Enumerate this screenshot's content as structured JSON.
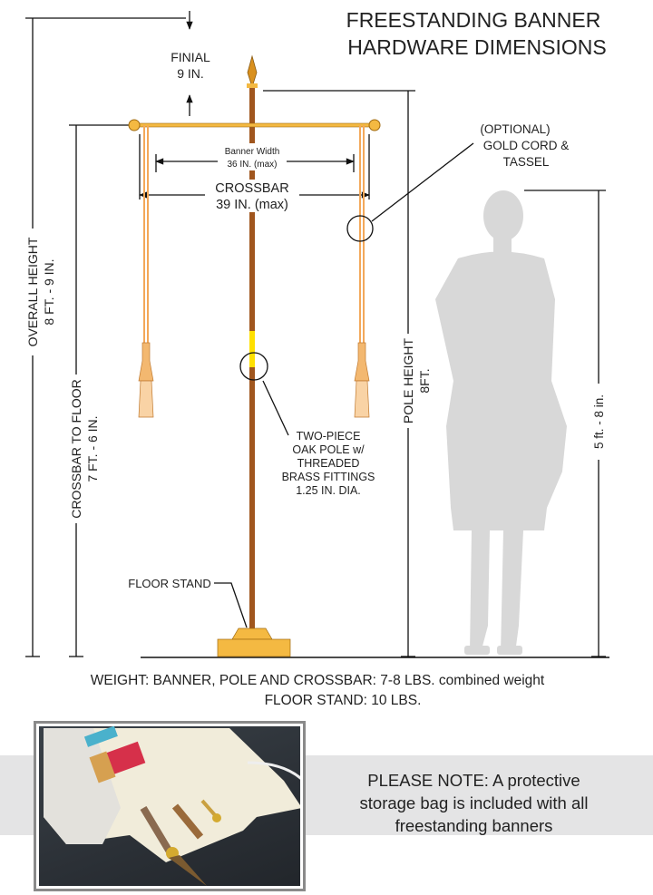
{
  "title": {
    "line1": "FREESTANDING BANNER",
    "line2": "HARDWARE DIMENSIONS"
  },
  "labels": {
    "finial": {
      "line1": "FINIAL",
      "line2": "9 IN."
    },
    "banner_width": {
      "line1": "Banner Width",
      "line2": "36 IN. (max)"
    },
    "crossbar": {
      "line1": "CROSSBAR",
      "line2": "39 IN. (max)"
    },
    "optional": {
      "line1": "(OPTIONAL)",
      "line2": "GOLD CORD &",
      "line3": "TASSEL"
    },
    "overall_height": {
      "line1": "OVERALL HEIGHT",
      "line2": "8 FT. - 9 IN."
    },
    "crossbar_to_floor": {
      "line1": "CROSSBAR TO FLOOR",
      "line2": "7 FT. - 6 IN."
    },
    "pole_height": {
      "line1": "POLE  HEIGHT",
      "line2": "8FT."
    },
    "person_height": "5 ft. - 8 in.",
    "pole": {
      "line1": "TWO-PIECE",
      "line2": "OAK POLE w/",
      "line3": "THREADED",
      "line4": "BRASS FITTINGS",
      "line5": "1.25 IN. DIA."
    },
    "floor_stand": "FLOOR STAND"
  },
  "weight": {
    "line1": "WEIGHT:  BANNER, POLE AND CROSSBAR: 7-8 LBS. combined weight",
    "line2": "FLOOR STAND:  10 LBS."
  },
  "note": {
    "line1": "PLEASE NOTE:  A protective",
    "line2": "storage bag is included with all",
    "line3": "freestanding banners"
  },
  "colors": {
    "pole": "#a0561e",
    "brass": "#f4b942",
    "cord": "#f3a85a",
    "highlight": "#ffe000",
    "silhouette": "#d8d8d8",
    "band": "#e4e4e5"
  }
}
